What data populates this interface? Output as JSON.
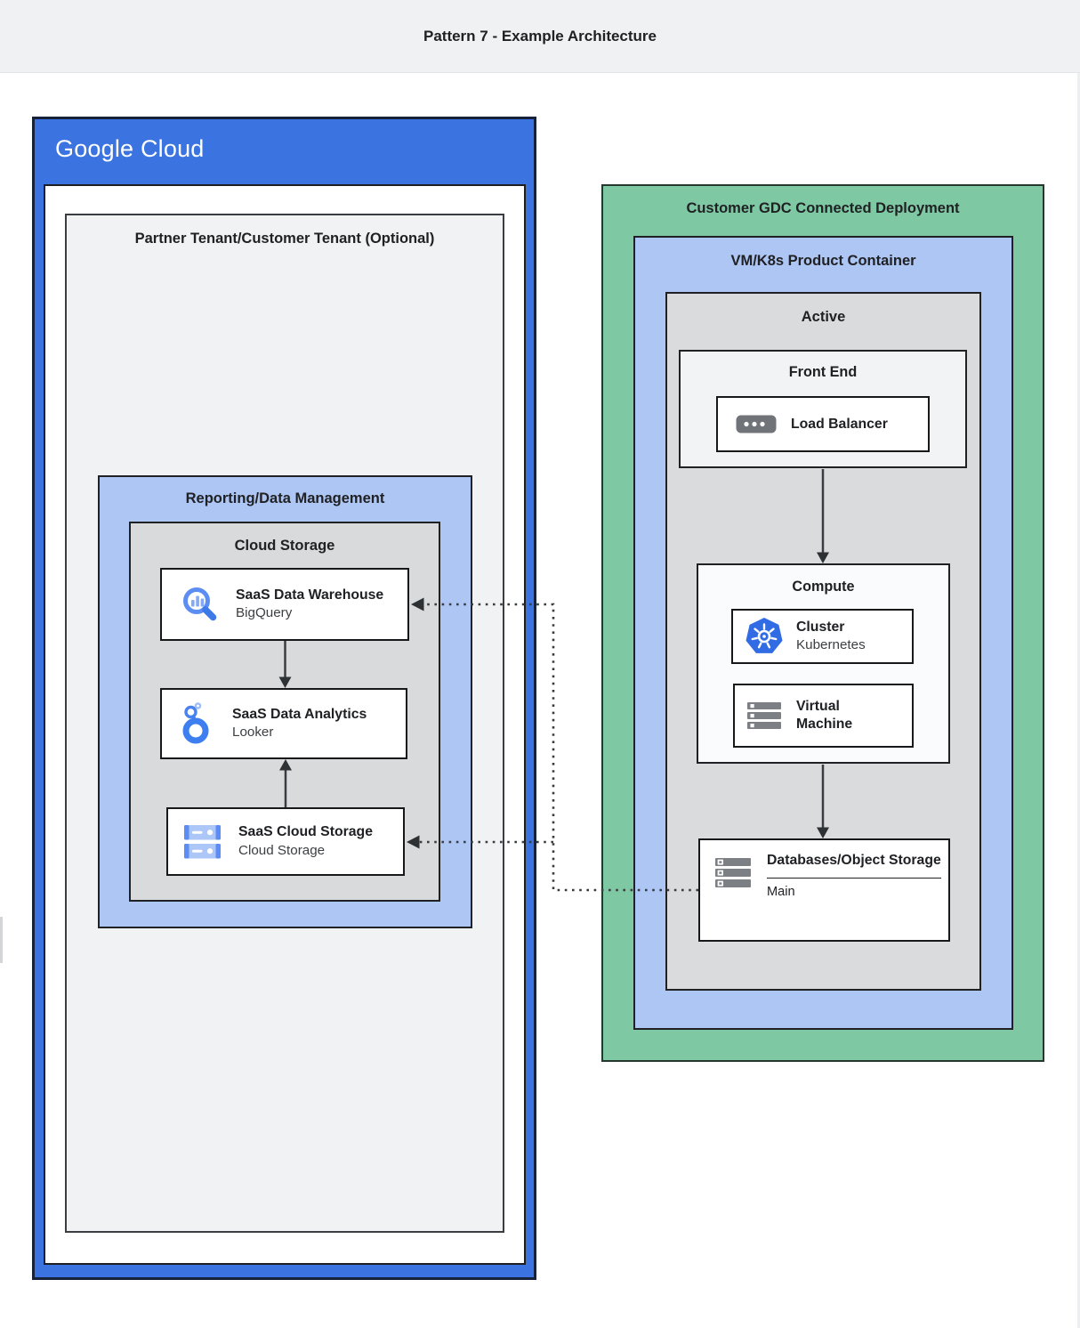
{
  "header": {
    "title": "Pattern 7 - Example Architecture"
  },
  "colors": {
    "google_cloud_blue": "#3b73e0",
    "zone_light_blue": "#aec6f4",
    "zone_gray": "#d8dadc",
    "zone_light_gray": "#f1f2f4",
    "gdc_green": "#7ec9a3",
    "node_white": "#ffffff",
    "connector": "#3a3d40"
  },
  "google_cloud": {
    "logo": "Google Cloud",
    "partner_tenant": {
      "label": "Partner Tenant/Customer Tenant (Optional)",
      "reporting": {
        "label": "Reporting/Data Management",
        "cloud_storage_zone": {
          "label": "Cloud Storage",
          "nodes": [
            {
              "title": "SaaS Data Warehouse",
              "subtitle": "BigQuery",
              "icon": "bigquery-icon"
            },
            {
              "title": "SaaS Data Analytics",
              "subtitle": "Looker",
              "icon": "looker-icon"
            },
            {
              "title": "SaaS Cloud Storage",
              "subtitle": "Cloud Storage",
              "icon": "cloud-storage-icon"
            }
          ]
        }
      }
    }
  },
  "gdc": {
    "label": "Customer GDC Connected Deployment",
    "vm_k8s": {
      "label": "VM/K8s Product Container",
      "active": {
        "label": "Active",
        "front_end": {
          "label": "Front End",
          "load_balancer": {
            "title": "Load Balancer",
            "icon": "load-balancer-icon"
          }
        },
        "compute": {
          "label": "Compute",
          "cluster": {
            "title": "Cluster",
            "subtitle": "Kubernetes",
            "icon": "kubernetes-icon"
          },
          "virtual_machine": {
            "title": "Virtual Machine",
            "icon": "virtual-machine-icon"
          }
        },
        "databases": {
          "title": "Databases/Object Storage",
          "footer": "Main",
          "icon": "databases-icon"
        }
      }
    }
  },
  "connections": [
    {
      "from": "saas-data-warehouse",
      "to": "saas-data-analytics",
      "style": "solid-arrow"
    },
    {
      "from": "saas-cloud-storage",
      "to": "saas-data-analytics",
      "style": "solid-arrow"
    },
    {
      "from": "front-end",
      "to": "compute",
      "style": "solid-arrow"
    },
    {
      "from": "compute",
      "to": "databases-object-storage",
      "style": "solid-arrow"
    },
    {
      "from": "databases-object-storage",
      "to": "saas-data-warehouse",
      "style": "dotted-arrow"
    },
    {
      "from": "databases-object-storage",
      "to": "saas-cloud-storage",
      "style": "dotted-arrow"
    }
  ]
}
